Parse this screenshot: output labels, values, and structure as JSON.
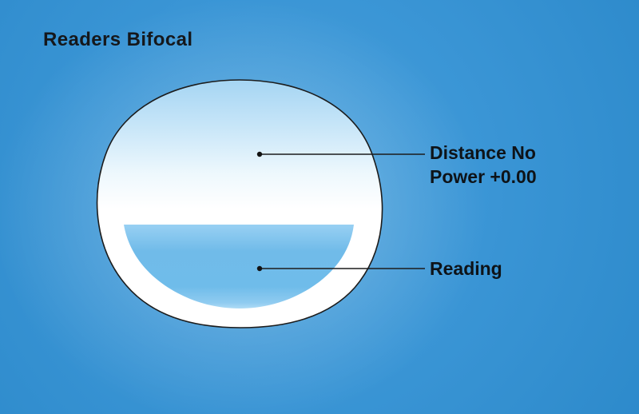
{
  "title": "Readers Bifocal",
  "callouts": {
    "distance": {
      "line1": "Distance No",
      "line2": "Power +0.00"
    },
    "reading": {
      "label": "Reading"
    }
  },
  "colors": {
    "background": "#3b96d6",
    "lens_tint_top": "#a5d5f3",
    "lens_body": "#ffffff",
    "reading_segment_blue": "#70bbe9",
    "outline": "#1c1c1c",
    "text": "#0e1318"
  }
}
